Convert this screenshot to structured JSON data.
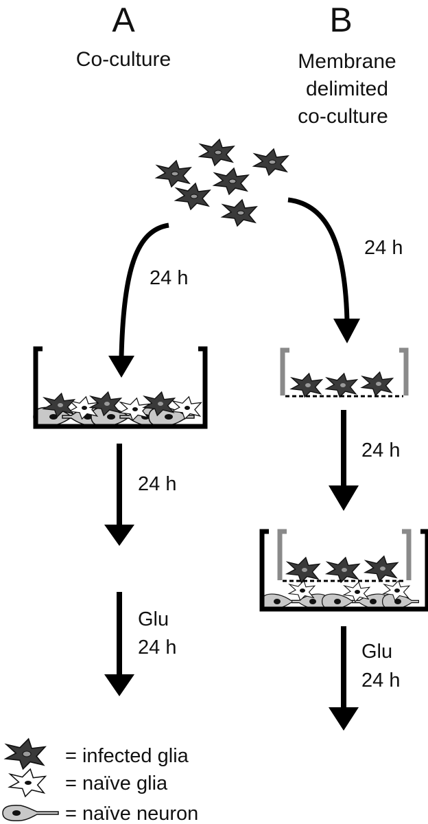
{
  "panel_a": {
    "letter": "A",
    "title": "Co-culture",
    "step1": "24 h",
    "step2": "24 h",
    "step3_line1": "Glu",
    "step3_line2": "24 h"
  },
  "panel_b": {
    "letter": "B",
    "title_line1": "Membrane",
    "title_line2": "delimited",
    "title_line3": "co-culture",
    "step1": "24 h",
    "step2": "24 h",
    "step3_line1": "Glu",
    "step3_line2": "24 h"
  },
  "legend": {
    "infected_glia": "= infected glia",
    "naive_glia": "= naïve glia",
    "naive_neuron": "= naïve neuron"
  },
  "colors": {
    "infected": "#3a3a3a",
    "naive_glia": "#ffffff",
    "neuron": "#c8c8c8",
    "outline": "#111111",
    "insert": "#8a8a8a"
  }
}
